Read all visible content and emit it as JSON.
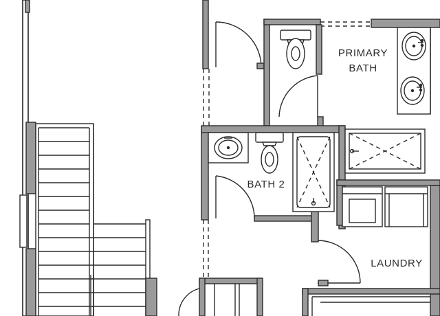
{
  "floor_plan": {
    "rooms": [
      {
        "id": "primary-bath",
        "lines": [
          "PRIMARY",
          "BATH"
        ]
      },
      {
        "id": "bath-2",
        "lines": [
          "BATH 2"
        ]
      },
      {
        "id": "laundry",
        "lines": [
          "LAUNDRY"
        ]
      }
    ],
    "colors": {
      "wall_fill": "#9a9a9a",
      "wall_stroke": "#2a2a2a",
      "line": "#2a2a2a",
      "background": "#ffffff"
    }
  }
}
